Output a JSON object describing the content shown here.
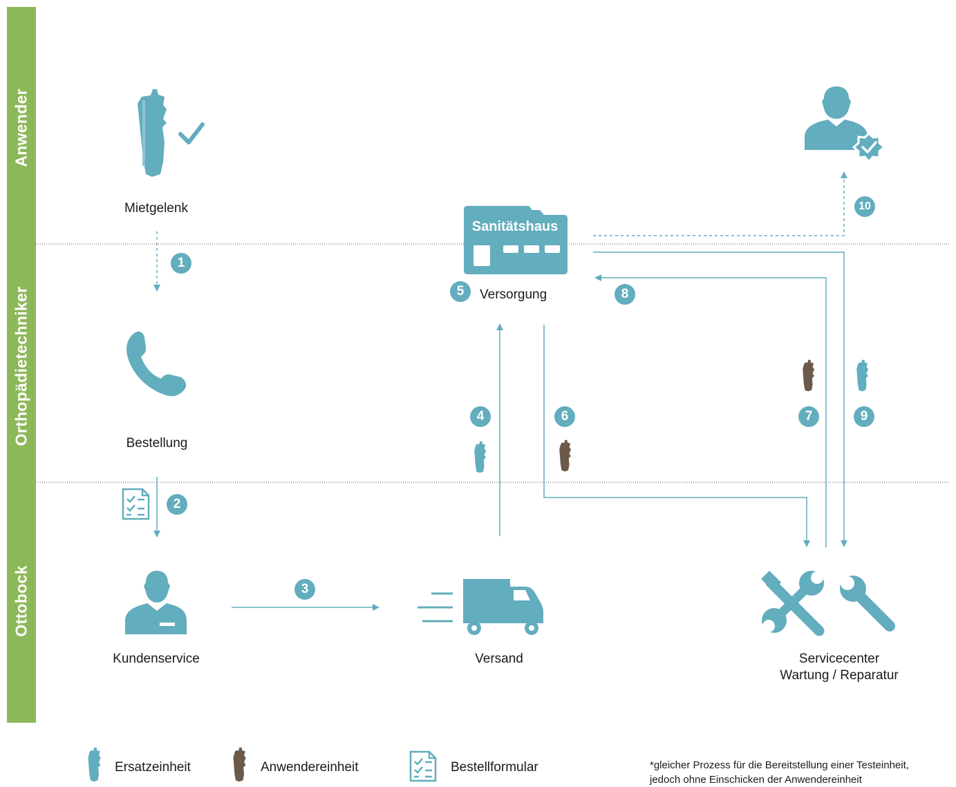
{
  "lanes": [
    "Anwender",
    "Orthopädietechniker",
    "Ottobock"
  ],
  "nodes": {
    "mietgelenk": "Mietgelenk",
    "bestellung": "Bestellung",
    "kundenservice": "Kundenservice",
    "versand": "Versand",
    "sanitaetshaus_sign": "Sanitätshaus",
    "versorgung": "Versorgung",
    "servicecenter_line1": "Servicecenter",
    "servicecenter_line2": "Wartung / Reparatur"
  },
  "steps": [
    "1",
    "2",
    "3",
    "4",
    "5",
    "6",
    "7",
    "8",
    "9",
    "10"
  ],
  "legend": {
    "ersatzeinheit": "Ersatzeinheit",
    "anwendereinheit": "Anwendereinheit",
    "bestellformular": "Bestellformular"
  },
  "footnote": {
    "line1": "*gleicher Prozess für die Bereitstellung einer Testeinheit,",
    "line2": "jedoch ohne Einschicken der Anwendereinheit"
  },
  "colors": {
    "lane_bar": "#8db85a",
    "accent_teal": "#62adbe",
    "user_unit_brown": "#6b5a4b"
  },
  "icons": [
    "knee-joint-icon",
    "checkmark-icon",
    "phone-icon",
    "checklist-icon",
    "service-agent-icon",
    "truck-icon",
    "store-icon",
    "tools-icon",
    "wrench-icon",
    "verified-user-icon"
  ]
}
